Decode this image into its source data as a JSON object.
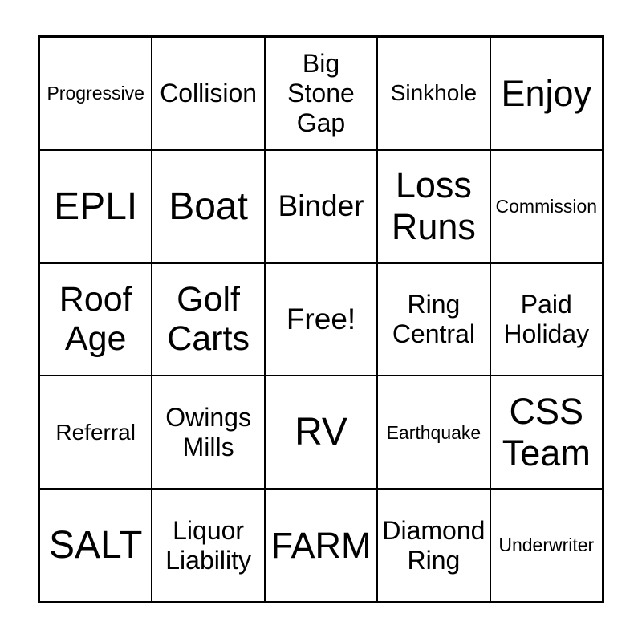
{
  "card": {
    "kind": "bingo-card",
    "rows": 5,
    "cols": 5,
    "free_space_index": 12,
    "colors": {
      "background": "#ffffff",
      "grid_line": "#000000",
      "text": "#000000"
    }
  },
  "cells": [
    {
      "text": "Progressive"
    },
    {
      "text": "Collision"
    },
    {
      "text": "Big\nStone\nGap"
    },
    {
      "text": "Sinkhole"
    },
    {
      "text": "Enjoy"
    },
    {
      "text": "EPLI"
    },
    {
      "text": "Boat"
    },
    {
      "text": "Binder"
    },
    {
      "text": "Loss\nRuns"
    },
    {
      "text": "Commission"
    },
    {
      "text": "Roof\nAge"
    },
    {
      "text": "Golf\nCarts"
    },
    {
      "text": "Free!"
    },
    {
      "text": "Ring\nCentral"
    },
    {
      "text": "Paid\nHoliday"
    },
    {
      "text": "Referral"
    },
    {
      "text": "Owings\nMills"
    },
    {
      "text": "RV"
    },
    {
      "text": "Earthquake"
    },
    {
      "text": "CSS\nTeam"
    },
    {
      "text": "SALT"
    },
    {
      "text": "Liquor\nLiability"
    },
    {
      "text": "FARM"
    },
    {
      "text": "Diamond\nRing"
    },
    {
      "text": "Underwriter"
    }
  ]
}
